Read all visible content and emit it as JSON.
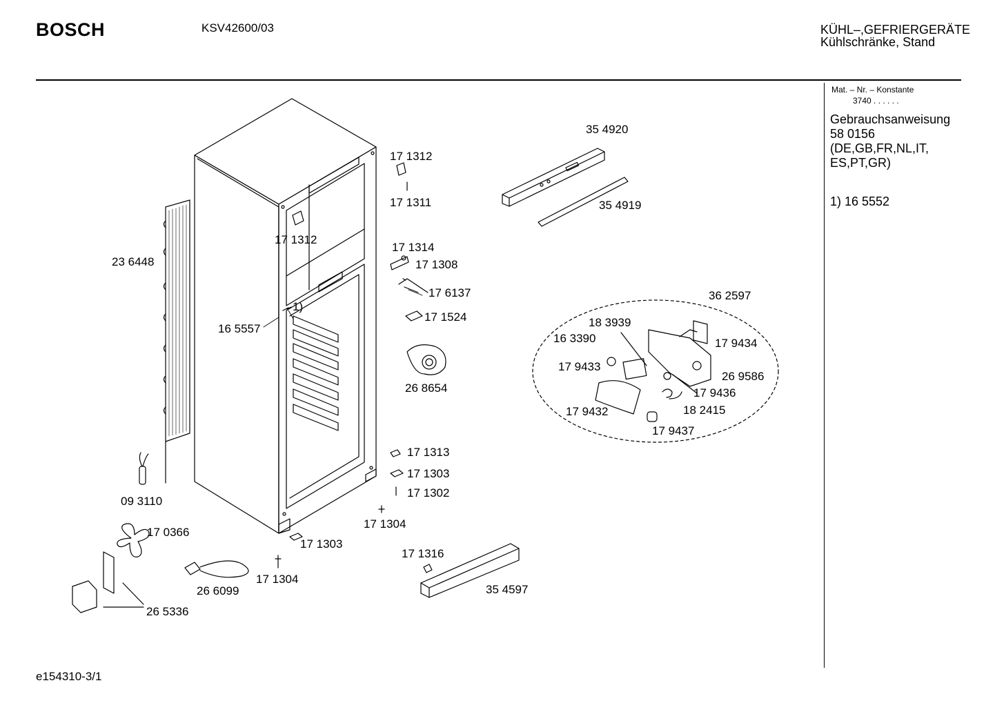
{
  "header": {
    "brand": "BOSCH",
    "model": "KSV42600/03",
    "category_line1": "KÜHL–,GEFRIERGERÄTE",
    "category_line2": "Kühlschränke, Stand"
  },
  "sidebar": {
    "mat_label": "Mat. – Nr. – Konstante",
    "mat_value": "3740 .  .  .  .  .  .",
    "manual_title": "Gebrauchsanweisung",
    "manual_number": "58 0156",
    "manual_langs_1": "(DE,GB,FR,NL,IT,",
    "manual_langs_2": "ES,PT,GR)",
    "footnote": "1)  16 5552"
  },
  "footer": {
    "doc_id": "e154310-3/1"
  },
  "parts": [
    {
      "id": "p354920",
      "label": "35 4920"
    },
    {
      "id": "p354919",
      "label": "35 4919"
    },
    {
      "id": "p171312a",
      "label": "17 1312"
    },
    {
      "id": "p171311",
      "label": "17 1311"
    },
    {
      "id": "p171312b",
      "label": "17 1312"
    },
    {
      "id": "p171314",
      "label": "17 1314"
    },
    {
      "id": "p171308",
      "label": "17 1308"
    },
    {
      "id": "p176137",
      "label": "17 6137"
    },
    {
      "id": "p171524",
      "label": "17 1524"
    },
    {
      "id": "p236448",
      "label": "23 6448"
    },
    {
      "id": "p165557",
      "label": "16 5557"
    },
    {
      "id": "pnote1",
      "label": "1)"
    },
    {
      "id": "p268654",
      "label": "26 8654"
    },
    {
      "id": "p362597",
      "label": "36 2597"
    },
    {
      "id": "p183939",
      "label": "18 3939"
    },
    {
      "id": "p163390",
      "label": "16 3390"
    },
    {
      "id": "p179434",
      "label": "17 9434"
    },
    {
      "id": "p179433",
      "label": "17 9433"
    },
    {
      "id": "p269586",
      "label": "26 9586"
    },
    {
      "id": "p179436",
      "label": "17 9436"
    },
    {
      "id": "p179432",
      "label": "17 9432"
    },
    {
      "id": "p182415",
      "label": "18 2415"
    },
    {
      "id": "p179437",
      "label": "17 9437"
    },
    {
      "id": "p171313",
      "label": "17 1313"
    },
    {
      "id": "p171303a",
      "label": "17 1303"
    },
    {
      "id": "p171302",
      "label": "17 1302"
    },
    {
      "id": "p093110",
      "label": "09 3110"
    },
    {
      "id": "p171304a",
      "label": "17 1304"
    },
    {
      "id": "p170366",
      "label": "17 0366"
    },
    {
      "id": "p171303b",
      "label": "17 1303"
    },
    {
      "id": "p171316",
      "label": "17 1316"
    },
    {
      "id": "p266099",
      "label": "26 6099"
    },
    {
      "id": "p171304b",
      "label": "17 1304"
    },
    {
      "id": "p354597",
      "label": "35 4597"
    },
    {
      "id": "p265336",
      "label": "26 5336"
    }
  ]
}
